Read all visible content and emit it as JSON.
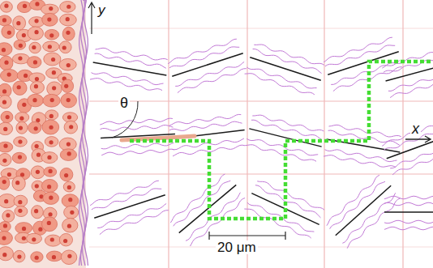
{
  "diagram": {
    "labels": [
      "y",
      "θ",
      "x",
      "20 μm"
    ]
  }
}
